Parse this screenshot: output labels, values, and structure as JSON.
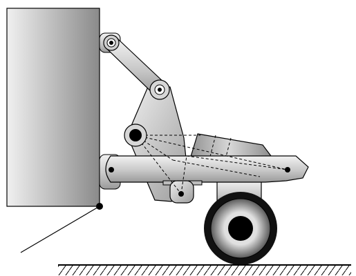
{
  "diagram": {
    "kind": "mechanism-schematic",
    "text": [],
    "parts": [
      {
        "name": "mounting-block",
        "shape": "rectangle"
      },
      {
        "name": "upper-link",
        "shape": "bar"
      },
      {
        "name": "rocker-plate",
        "shape": "triangular-plate"
      },
      {
        "name": "lower-arm",
        "shape": "bar"
      },
      {
        "name": "pushing-block",
        "shape": "angled-block"
      },
      {
        "name": "wheel",
        "shape": "circle"
      },
      {
        "name": "ground",
        "shape": "hatched-line"
      },
      {
        "name": "leader-line",
        "shape": "line"
      }
    ],
    "style": {
      "stroke": "#000000",
      "fill_light": "#e6e6e6",
      "fill_mid": "#bdbdbd",
      "fill_dark": "#8c8c8c",
      "background": "#ffffff"
    }
  }
}
